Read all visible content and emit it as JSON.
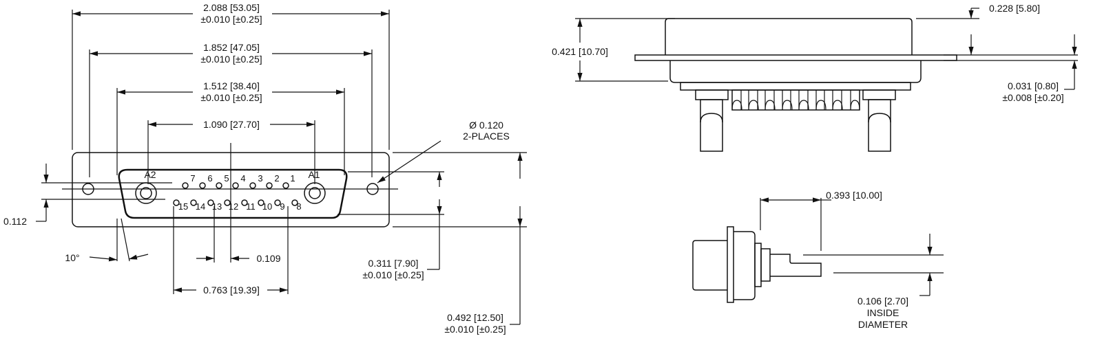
{
  "front_view": {
    "dim_overall": {
      "value": "2.088 [53.05]",
      "tol": "±0.010 [±0.25]"
    },
    "dim_mount_holes": {
      "value": "1.852 [47.05]",
      "tol": "±0.010 [±0.25]"
    },
    "dim_shell": {
      "value": "1.512 [38.40]",
      "tol": "±0.010 [±0.25]"
    },
    "dim_coax": {
      "value": "1.090 [27.70]"
    },
    "hole_note": {
      "line1": "Ø 0.120",
      "line2": "2-PLACES"
    },
    "dim_row_offset": {
      "value": "0.112"
    },
    "angle": {
      "value": "10°"
    },
    "dim_pitch": {
      "value": "0.109"
    },
    "dim_bottom_row": {
      "value": "0.763 [19.39]"
    },
    "dim_shell_height": {
      "value": "0.311 [7.90]",
      "tol": "±0.010 [±0.25]"
    },
    "dim_flange_height": {
      "value": "0.492 [12.50]",
      "tol": "±0.010 [±0.25]"
    },
    "coax_labels": [
      "A2",
      "A1"
    ],
    "top_pins": [
      "7",
      "6",
      "5",
      "4",
      "3",
      "2",
      "1"
    ],
    "bottom_pins": [
      "15",
      "14",
      "13",
      "12",
      "11",
      "10",
      "9",
      "8"
    ]
  },
  "side_view": {
    "dim_height": {
      "value": "0.421 [10.70]"
    },
    "dim_shell_depth": {
      "value": "0.228 [5.80]"
    },
    "dim_flange_thickness": {
      "value": "0.031 [0.80]",
      "tol": "±0.008 [±0.20]"
    }
  },
  "end_view": {
    "dim_tail": {
      "value": "0.393 [10.00]"
    },
    "dim_inside_diameter": {
      "value": "0.106 [2.70]",
      "line2": "INSIDE",
      "line3": "DIAMETER"
    }
  }
}
